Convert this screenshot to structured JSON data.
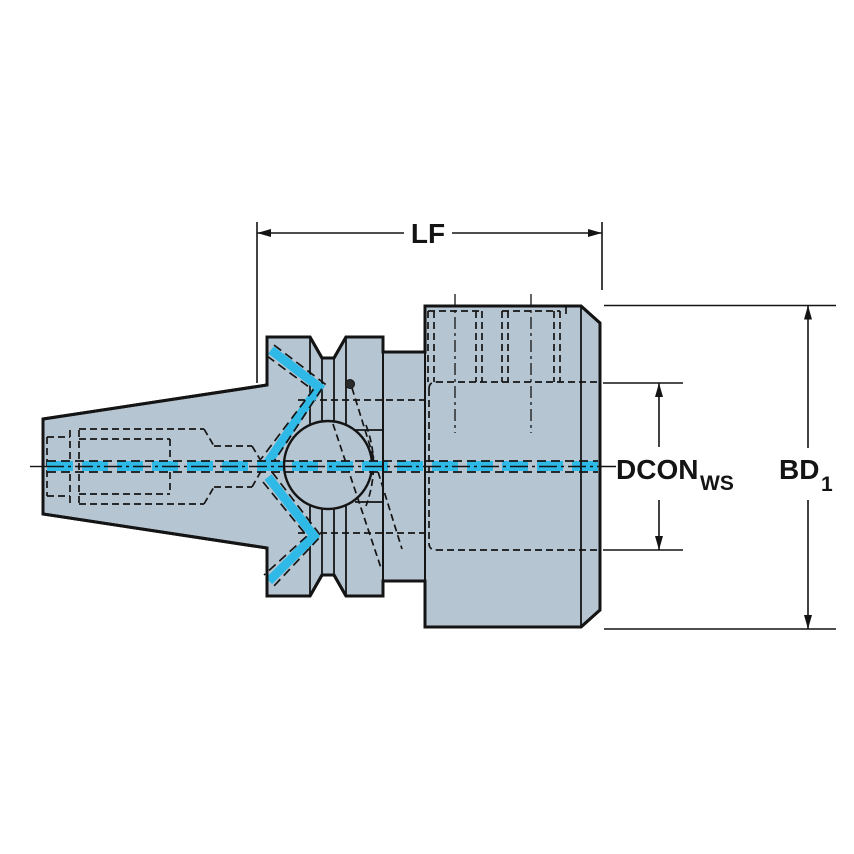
{
  "dimension_labels": {
    "lf": "LF",
    "dcon": {
      "main": "DCON",
      "subscript": "WS"
    },
    "bd1": {
      "main": "BD",
      "subscript": "1"
    }
  },
  "colors": {
    "background": "#ffffff",
    "body_fill": "#b6c5d2",
    "highlight_cyan": "#2fb9e7",
    "line": "#141414"
  }
}
